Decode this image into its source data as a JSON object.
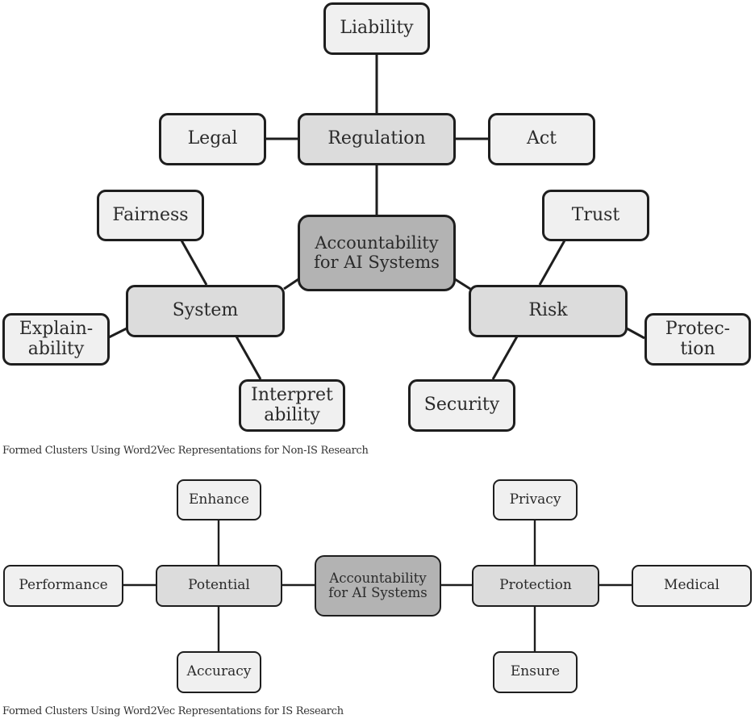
{
  "diagrams": [
    {
      "caption": "Formed Clusters Using Word2Vec Representations for Non-IS Research",
      "root": "Accountability\nfor AI Systems",
      "clusters": [
        {
          "hub": "Regulation",
          "terms": [
            "Liability",
            "Legal",
            "Act"
          ]
        },
        {
          "hub": "System",
          "terms": [
            "Fairness",
            "Explain-\nability",
            "Interpret\nability"
          ]
        },
        {
          "hub": "Risk",
          "terms": [
            "Trust",
            "Protec-\ntion",
            "Security"
          ]
        }
      ]
    },
    {
      "caption": "Formed Clusters Using Word2Vec Representations for IS Research",
      "root": "Accountability\nfor AI Systems",
      "clusters": [
        {
          "hub": "Potential",
          "terms": [
            "Enhance",
            "Performance",
            "Accuracy"
          ]
        },
        {
          "hub": "Protection",
          "terms": [
            "Privacy",
            "Medical",
            "Ensure"
          ]
        }
      ]
    }
  ],
  "colors": {
    "root_fill": "#b3b3b3",
    "hub_fill": "#dcdcdc",
    "leaf_fill": "#f0f0f0",
    "stroke": "#1e1e1e"
  }
}
